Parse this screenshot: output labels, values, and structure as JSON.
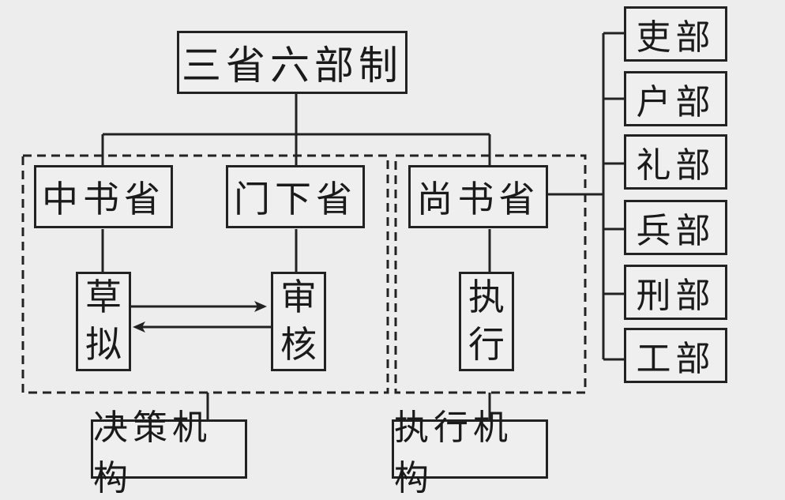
{
  "title": "三省六部制",
  "decision": {
    "zhongshu": "中书省",
    "menxia": "门下省",
    "draft": [
      "草",
      "拟"
    ],
    "review": [
      "审",
      "核"
    ],
    "label": "决策机构"
  },
  "execution": {
    "shangshu": "尚书省",
    "execute": [
      "执",
      "行"
    ],
    "label": "执行机构"
  },
  "ministries": [
    "吏部",
    "户部",
    "礼部",
    "兵部",
    "刑部",
    "工部"
  ],
  "colors": {
    "line": "#222222",
    "background": "#ededed"
  }
}
